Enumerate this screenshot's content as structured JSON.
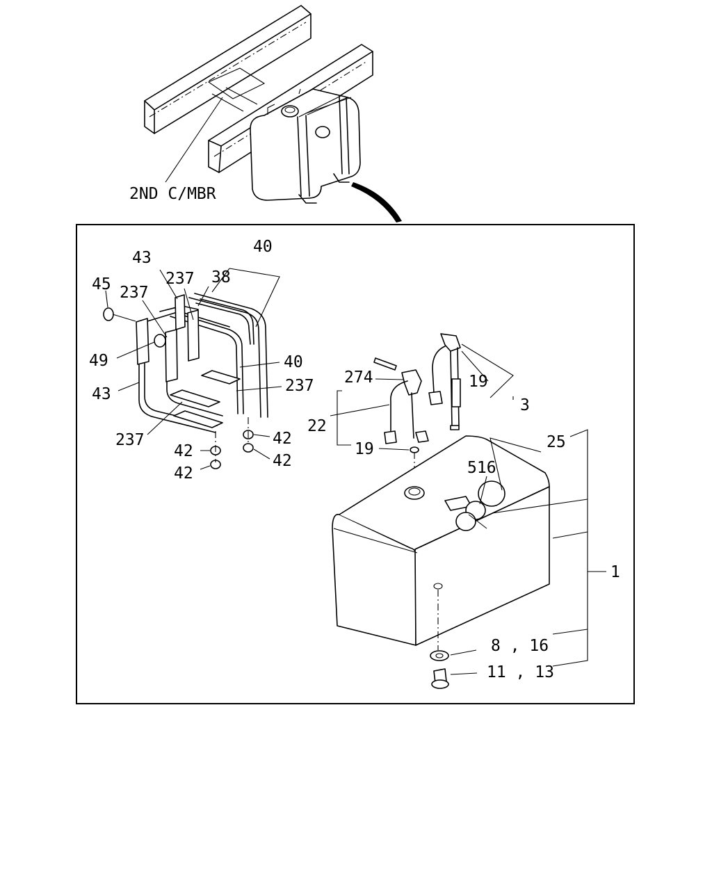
{
  "header": {
    "chassis_label": "2ND C/MBR"
  },
  "callouts": {
    "c40_top": "40",
    "c38": "38",
    "c237_a": "237",
    "c43_top": "43",
    "c45": "45",
    "c237_b": "237",
    "c49": "49",
    "c40_mid": "40",
    "c237_c": "237",
    "c43_left": "43",
    "c237_d": "237",
    "c42_a": "42",
    "c42_b": "42",
    "c42_c": "42",
    "c42_d": "42",
    "c274": "274",
    "c22": "22",
    "c19_left": "19",
    "c19_right": "19",
    "c3": "3",
    "c25": "25",
    "c516": "516",
    "c1": "1",
    "c8_16": "8 , 16",
    "c11_13": "11 , 13"
  }
}
